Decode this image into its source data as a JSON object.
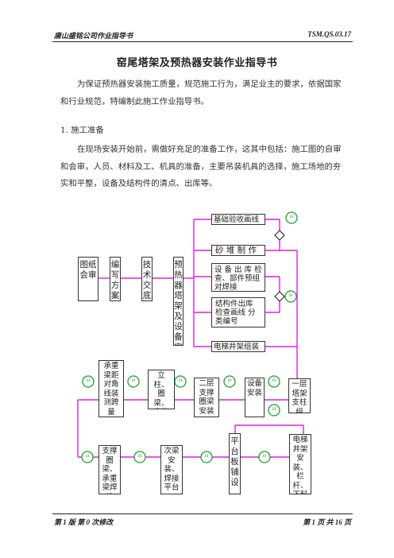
{
  "header": {
    "company": "唐山盛铭公司作业指导书",
    "doc_no": "TSM.QS.03.17"
  },
  "title": "窑尾塔架及预热器安装作业指导书",
  "intro": "为保证预热器安装施工质量，规范施工行为，满足业主的要求，依据国家和行业规范，特编制此施工作业指导书。",
  "section1": {
    "heading": "1. 施工准备",
    "body": "在现场安装开始前，需做好充足的准备工作，这其中包括：施工图的自审和会审，人员、材料及工、机具的准备，主要吊装机具的选择，施工场地的夯实和平整，设备及结构件的清点、出库等。"
  },
  "flowchart": {
    "colors": {
      "connector": "#e21fe0",
      "marker": "#17a32d"
    },
    "stage_marker": "H",
    "boxes": {
      "b_tuzhi": "图纸会审",
      "b_bianxie": "编写方案",
      "b_jishu": "技术交底",
      "b_yure": "预热器塔架及设备安装",
      "b_jichu": "基础验收画线",
      "b_shadui": "砂 堆 制 作",
      "b_shebei": "设 备 出 库 检查、部件预组对焊接",
      "b_jiegou": "结构件出库 检查画线 分类编号",
      "b_dianti": "电梯井架组装",
      "b_juli": "承重梁距对角线装测跨量",
      "b_lizhu": "立柱、圈梁、定位焊接找",
      "b_zhicheng": "二层支撑圈梁安装",
      "b_shebeianzhuang": "设备安装",
      "b_diyi": "一层塔架支柱组",
      "b_chengzhong": "支撑圈梁、承重梁焊接",
      "b_ciliang": "次梁安装、焊接平台",
      "b_pingtai": "平台板铺设",
      "b_diantijing": "电梯井架安装、栏杆、下料管等安装"
    }
  },
  "footer": {
    "edition": "第 1 版 第 0 次修改",
    "page": "第 1 页 共 16 页"
  }
}
